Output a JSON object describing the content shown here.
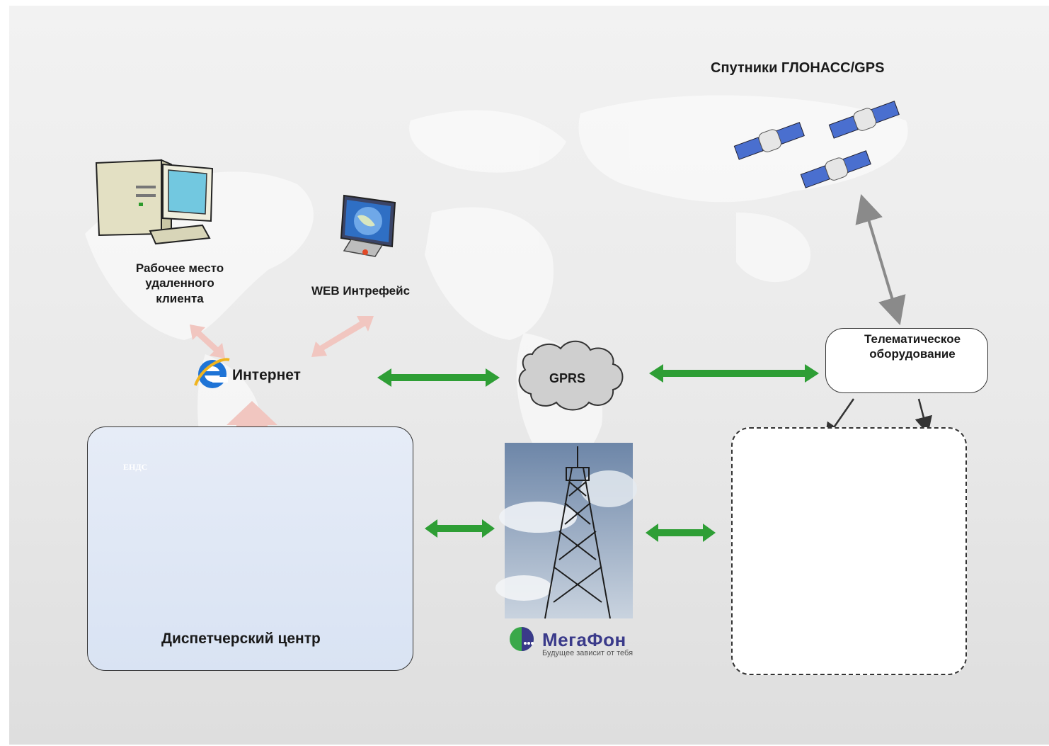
{
  "labels": {
    "satellites": "Спутники ГЛОНАСС/GPS",
    "remote_client_1": "Рабочее место",
    "remote_client_2": "удаленного",
    "remote_client_3": "клиента",
    "web_interface": "WEB Интрефейс",
    "internet": "Интернет",
    "gprs": "GPRS",
    "telematics_1": "Телематическое",
    "telematics_2": "оборудование",
    "dispatch_center": "Диспетчерский центр",
    "endc_logo": "ЕНДС",
    "operator_name": "МегаФон",
    "operator_slogan": "Будущее зависит от тебя"
  },
  "colors": {
    "green_arrow": "#2e9e35",
    "pink_arrow": "#f1c6c0",
    "gray_arrow": "#8a8a8a",
    "dispatch_fill": "#dfe7f5",
    "megafon_green": "#3aa84a",
    "megafon_purple": "#3a3a8a"
  },
  "icons": [
    "desktop-computer-icon",
    "web-monitor-icon",
    "internet-explorer-icon",
    "gprs-cloud-icon",
    "satellite-icon",
    "telematics-device-icon",
    "radio-tower-image",
    "megafon-logo",
    "endc-logo",
    "globe-icon",
    "operator-icon",
    "taxi-icon",
    "truck-icon",
    "suv-icon",
    "tracked-vehicle-icon",
    "fire-truck-icon"
  ]
}
